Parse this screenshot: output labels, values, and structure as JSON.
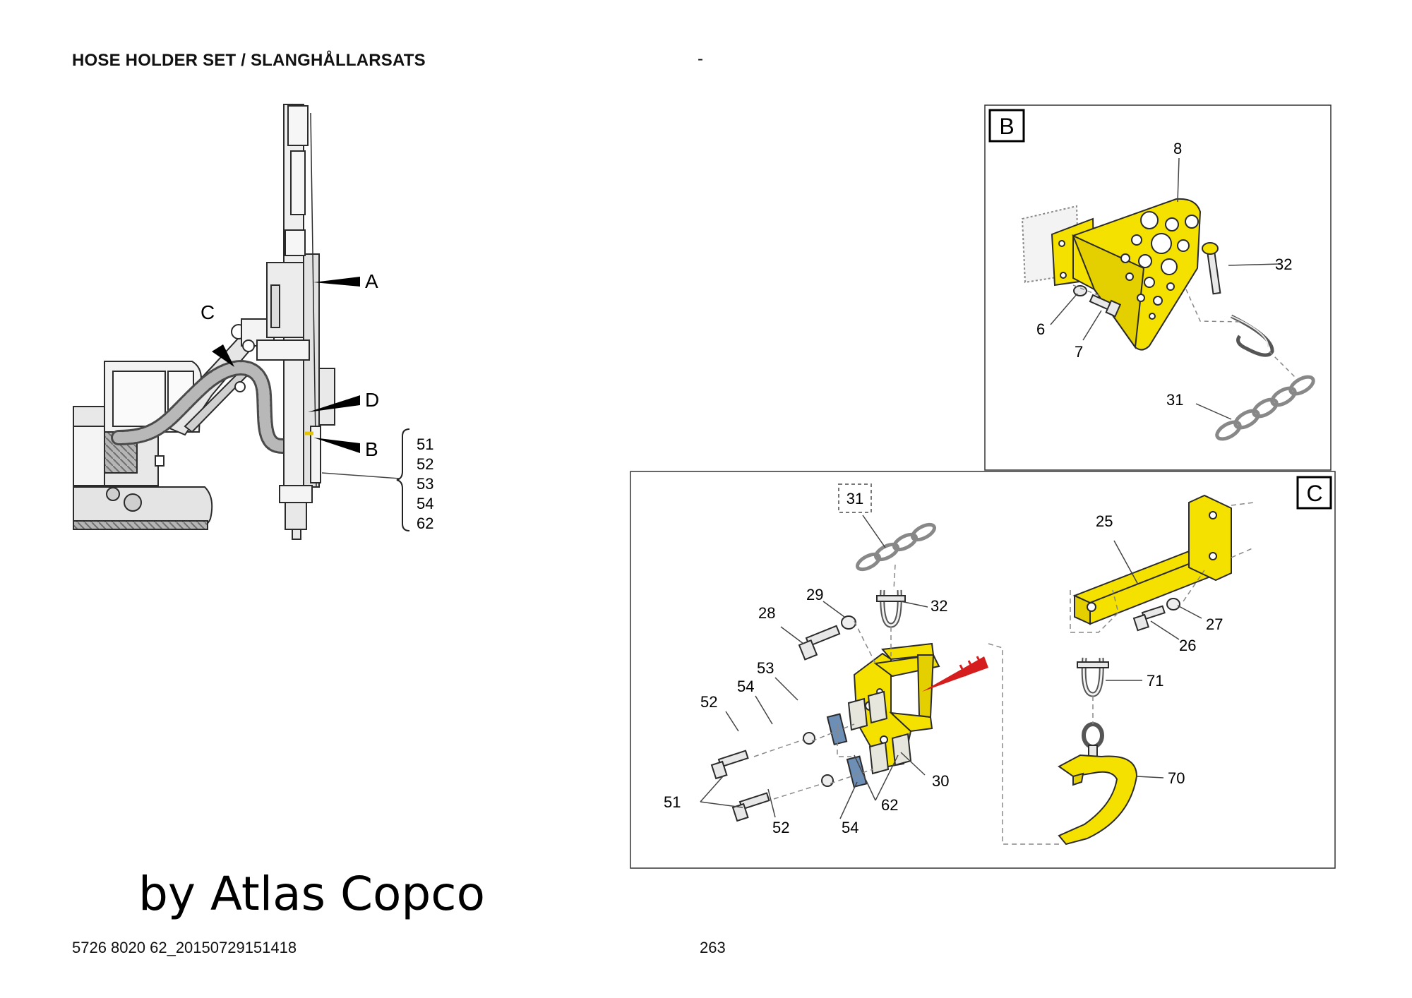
{
  "header": {
    "title": "HOSE HOLDER SET / SLANGHÅLLARSATS",
    "dash": "-"
  },
  "footer": {
    "doc_code": "5726 8020 62_20150729151418",
    "page_number": "263"
  },
  "watermark": "by Atlas Copco",
  "overview": {
    "pointers": {
      "a": "A",
      "b": "B",
      "c": "C",
      "d": "D"
    },
    "bracket_list": [
      "51",
      "52",
      "53",
      "54",
      "62"
    ]
  },
  "detail_b": {
    "tag": "B",
    "callouts": {
      "p8": "8",
      "p32": "32",
      "p6": "6",
      "p7": "7",
      "p31": "31"
    }
  },
  "detail_c": {
    "tag": "C",
    "callouts": {
      "p31": "31",
      "p29": "29",
      "p32": "32",
      "p28": "28",
      "p53": "53",
      "p54a": "54",
      "p52a": "52",
      "p51": "51",
      "p52b": "52",
      "p54b": "54",
      "p62": "62",
      "p30": "30",
      "p25": "25",
      "p27": "27",
      "p26": "26",
      "p71": "71",
      "p70": "70"
    }
  },
  "colors": {
    "part_yellow": "#f5e100",
    "outline": "#2b2b2b",
    "clamp_blue": "#6d8fb6",
    "arrow_red": "#d61d1d",
    "machine_gray": "#d9d9d9"
  }
}
